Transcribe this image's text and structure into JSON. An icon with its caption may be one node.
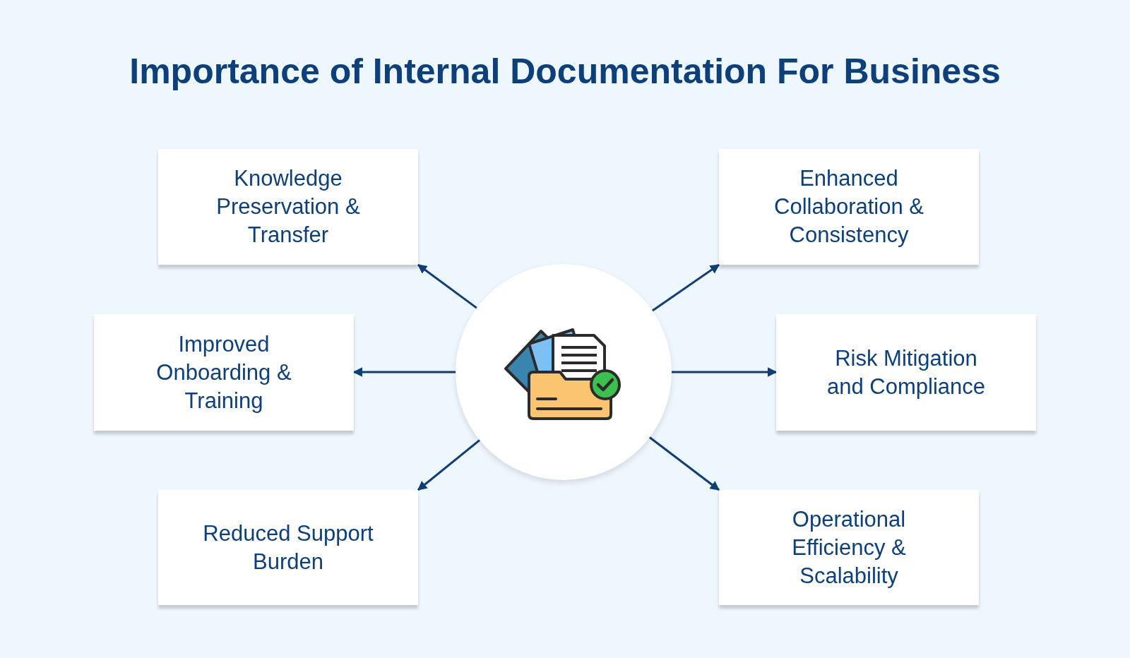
{
  "diagram": {
    "title": "Importance of Internal Documentation For Business",
    "nodes": [
      {
        "text": [],
        "shape": "circle"
      },
      {
        "text": [
          "Knowledge Preservation & Transfer"
        ]
      },
      {
        "text": [
          "Enhanced Collaboration & Consistency"
        ]
      },
      {
        "text": [
          "Improved Onboarding & Training"
        ]
      },
      {
        "text": [
          "Risk Mitigation and Compliance"
        ]
      },
      {
        "text": [
          "Reduced Support Burden"
        ]
      },
      {
        "text": [
          "Operational Efficiency & Scalability"
        ]
      }
    ],
    "edges": [
      {
        "from": 0,
        "to": 1,
        "arrow": "to"
      },
      {
        "from": 0,
        "to": 2,
        "arrow": "to"
      },
      {
        "from": 0,
        "to": 3,
        "arrow": "to"
      },
      {
        "from": 0,
        "to": 4,
        "arrow": "to"
      },
      {
        "from": 0,
        "to": 5,
        "arrow": "to"
      },
      {
        "from": 0,
        "to": 6,
        "arrow": "to"
      }
    ]
  }
}
